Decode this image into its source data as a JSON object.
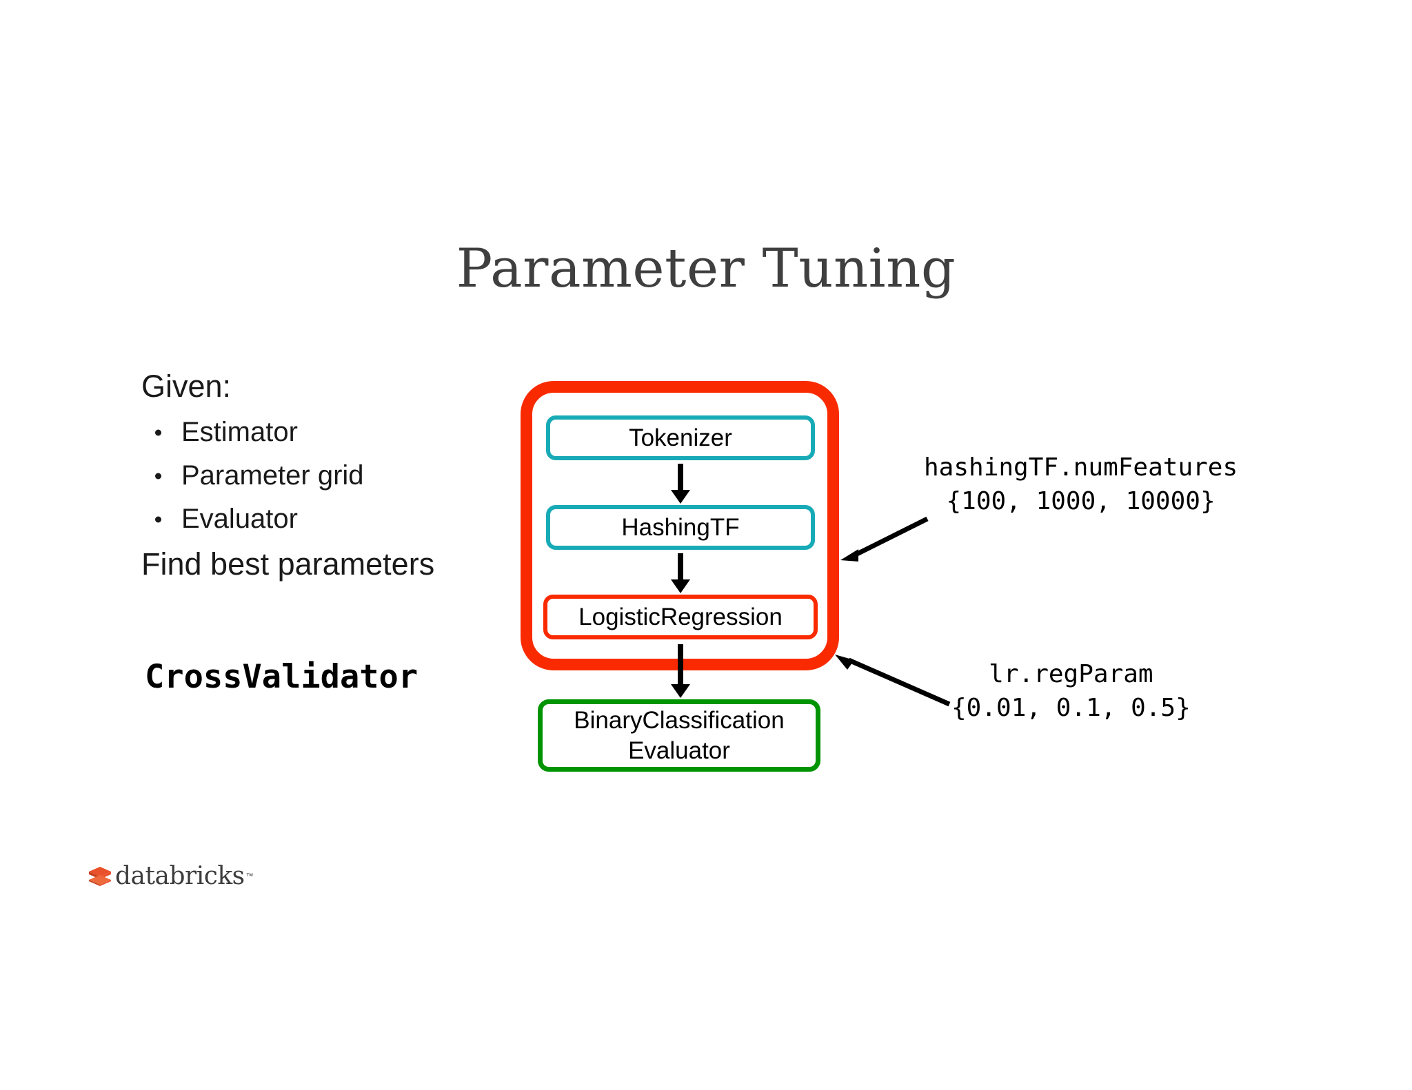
{
  "slide": {
    "title": "Parameter Tuning",
    "background_color": "#ffffff"
  },
  "left_panel": {
    "given_label": "Given:",
    "bullets": [
      {
        "label": "Estimator"
      },
      {
        "label": "Parameter grid"
      },
      {
        "label": "Evaluator"
      }
    ],
    "find_best": "Find best parameters",
    "crossvalidator": "CrossValidator"
  },
  "diagram": {
    "cross_validator_group": {
      "border_color": "#FA2A00",
      "stages": [
        {
          "label": "Tokenizer",
          "border_color": "#18ABB7"
        },
        {
          "label": "HashingTF",
          "border_color": "#18ABB7"
        },
        {
          "label": "LogisticRegression",
          "border_color": "#FA2A00"
        }
      ]
    },
    "evaluator": {
      "label_line1": "BinaryClassification",
      "label_line2": "Evaluator",
      "border_color": "#009403"
    },
    "arrows": [
      {
        "from": "Tokenizer",
        "to": "HashingTF"
      },
      {
        "from": "HashingTF",
        "to": "LogisticRegression"
      },
      {
        "from": "LogisticRegression",
        "to": "BinaryClassificationEvaluator"
      }
    ]
  },
  "annotations": [
    {
      "param": "hashingTF.numFeatures",
      "values": "{100, 1000, 10000}",
      "points_to": "HashingTF"
    },
    {
      "param": "lr.regParam",
      "values": "{0.01, 0.1, 0.5}",
      "points_to": "LogisticRegression"
    }
  ],
  "footer": {
    "logo_text": "databricks",
    "trademark": "™",
    "logo_color": "#E8512A"
  }
}
